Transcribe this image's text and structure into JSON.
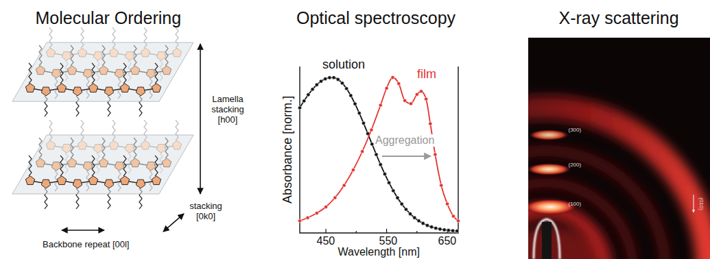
{
  "diagram": {
    "labels": [
      "Molecular Ordering",
      "Optical spectroscopy",
      "X-ray scattering",
      "Lamella stacking [h00]",
      "stacking [0k0]",
      "Backbone repeat [00l]",
      "solution",
      "film",
      "Aggregation",
      "Absorbance [norm.]",
      "450",
      "550",
      "650",
      "Wavelength [nm]",
      "(300)",
      "(200)",
      "(100)",
      "(010)"
    ]
  }
}
